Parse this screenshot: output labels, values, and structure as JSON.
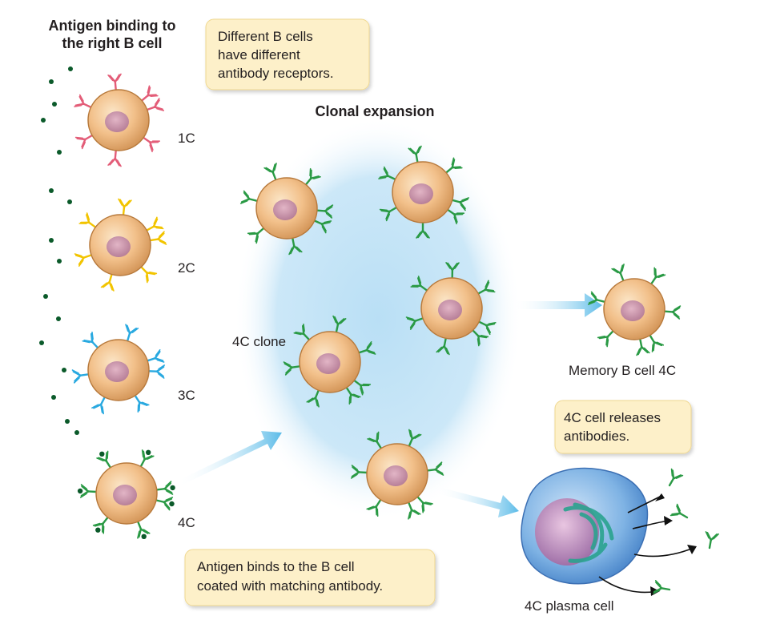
{
  "heading_left": {
    "line1": "Antigen binding to",
    "line2": "the right B cell"
  },
  "heading_center": "Clonal expansion",
  "callouts": {
    "top": {
      "line1": "Different B cells",
      "line2": "have different",
      "line3": "antibody receptors."
    },
    "release": {
      "line1": "4C cell releases",
      "line2": "antibodies."
    },
    "bottom": {
      "line1": "Antigen binds to the B cell",
      "line2": "coated with matching antibody."
    }
  },
  "cell_labels": {
    "c1": "1C",
    "c2": "2C",
    "c3": "3C",
    "c4": "4C"
  },
  "clone_label": "4C clone",
  "memory_label": "Memory B cell 4C",
  "plasma_label": "4C plasma cell",
  "colors": {
    "cell_fill": "#f2c08a",
    "cell_edge": "#b87a3c",
    "nucleus": "#c98fa6",
    "receptor_1c": "#e35d78",
    "receptor_2c": "#f2c400",
    "receptor_3c": "#29a9e0",
    "receptor_4c": "#2a9a45",
    "antigen": "#0b5a2a",
    "callout_fill": "#fdf0c9",
    "clonal_glow": "#b9dff5",
    "arrow": "#6cc2ea",
    "plasma_cell": "#7fb3e4"
  }
}
